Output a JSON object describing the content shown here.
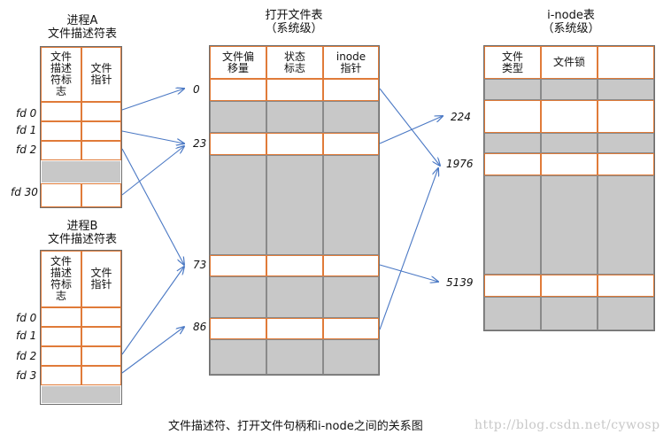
{
  "process_a": {
    "title_line1": "进程A",
    "title_line2": "文件描述符表",
    "col1_header": "文件\n描述\n符标\n志",
    "col2_header": "文件\n指针",
    "fd_labels": [
      "fd 0",
      "fd 1",
      "fd 2",
      "fd 30"
    ]
  },
  "process_b": {
    "title_line1": "进程B",
    "title_line2": "文件描述符表",
    "col1_header": "文件\n描述\n符标\n志",
    "col2_header": "文件\n指针",
    "fd_labels": [
      "fd 0",
      "fd 1",
      "fd 2",
      "fd 3"
    ]
  },
  "open_file_table": {
    "title_line1": "打开文件表",
    "title_line2": "（系统级）",
    "headers": [
      "文件偏\n移量",
      "状态\n标志",
      "inode\n指针"
    ],
    "row_labels": [
      "0",
      "23",
      "73",
      "86"
    ]
  },
  "inode_table": {
    "title_line1": "i-node表",
    "title_line2": "（系统级）",
    "headers": [
      "文件\n类型",
      "文件锁",
      ""
    ],
    "row_labels": [
      "224",
      "1976",
      "5139"
    ]
  },
  "caption": "文件描述符、打开文件句柄和i-node之间的关系图",
  "watermark": "http://blog.csdn.net/cywosp",
  "colors": {
    "table_border": "#e07b39",
    "gray_fill": "#c8c8c8",
    "arrow": "#4a78c4"
  }
}
